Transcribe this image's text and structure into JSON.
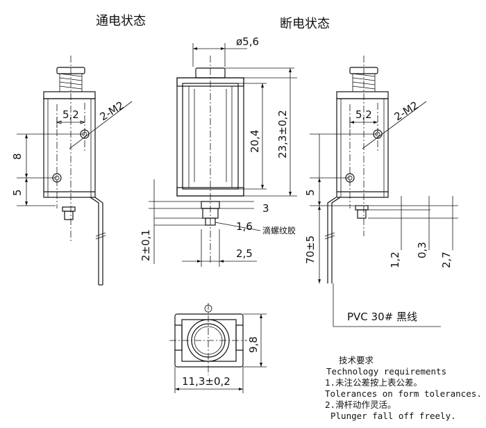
{
  "titles": {
    "energized": "通电状态",
    "de_energized": "断电状态"
  },
  "dims": {
    "bore_dia": "ø5,6",
    "height_total": "23,3±0,2",
    "body_height": "20,4",
    "thread_left": "2-M2",
    "thread_right": "2-M2",
    "hole_offset_left": "5,2",
    "hole_offset_right": "5,2",
    "spacing_8": "8",
    "spacing_5_left": "5",
    "spacing_5_right": "5",
    "stroke_3": "3",
    "plunger_1_6": "1,6",
    "thread_glue": "滴螺纹胶",
    "gap_2": "2±0,1",
    "width_2_5": "2,5",
    "lead_70": "70±5",
    "dim_1_2": "1,2",
    "dim_0_3": "0,3",
    "dim_2_7": "2,7",
    "wire": "PVC 30# 黑线",
    "bottom_h": "9,8",
    "bottom_w": "11,3±0,2"
  },
  "notes": {
    "heading_cn": "技术要求",
    "heading_en": "Technology requirements",
    "line1_cn": "1.未注公差按上表公差。",
    "line1_en": "Tolerances on form tolerances.",
    "line2_cn": "2.滑杆动作灵活。",
    "line2_en": "Plunger fall off freely."
  }
}
